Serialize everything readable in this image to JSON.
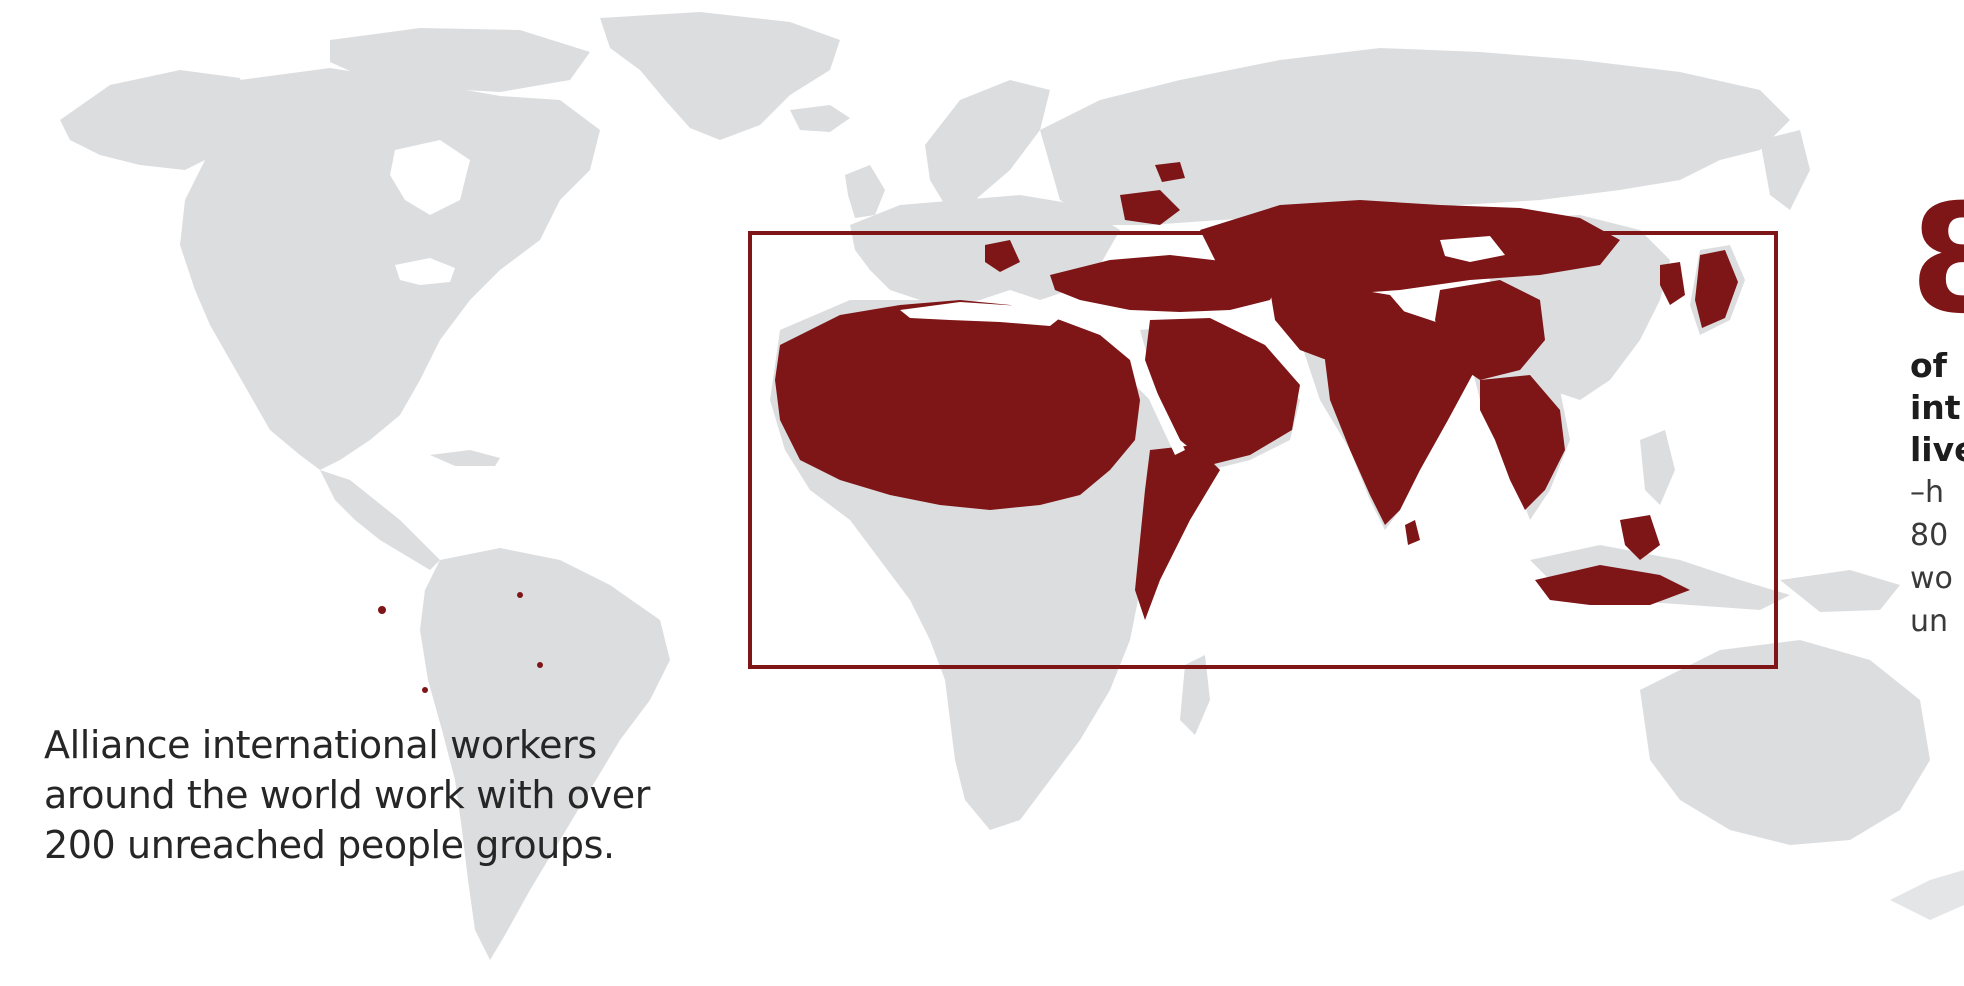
{
  "colors": {
    "land": "#dcdddf",
    "highlight": "#7e1517",
    "text": "#262626",
    "background": "#ffffff"
  },
  "caption": {
    "line1": "Alliance international workers",
    "line2": "around the world work with over",
    "line3": "200 unreached people groups."
  },
  "stat": {
    "figure": "8",
    "lead_line1": "of",
    "lead_line2": "int",
    "lead_line3": "live",
    "body_line1": "–h",
    "body_line2": "80",
    "body_line3": "wo",
    "body_line4": "un"
  }
}
